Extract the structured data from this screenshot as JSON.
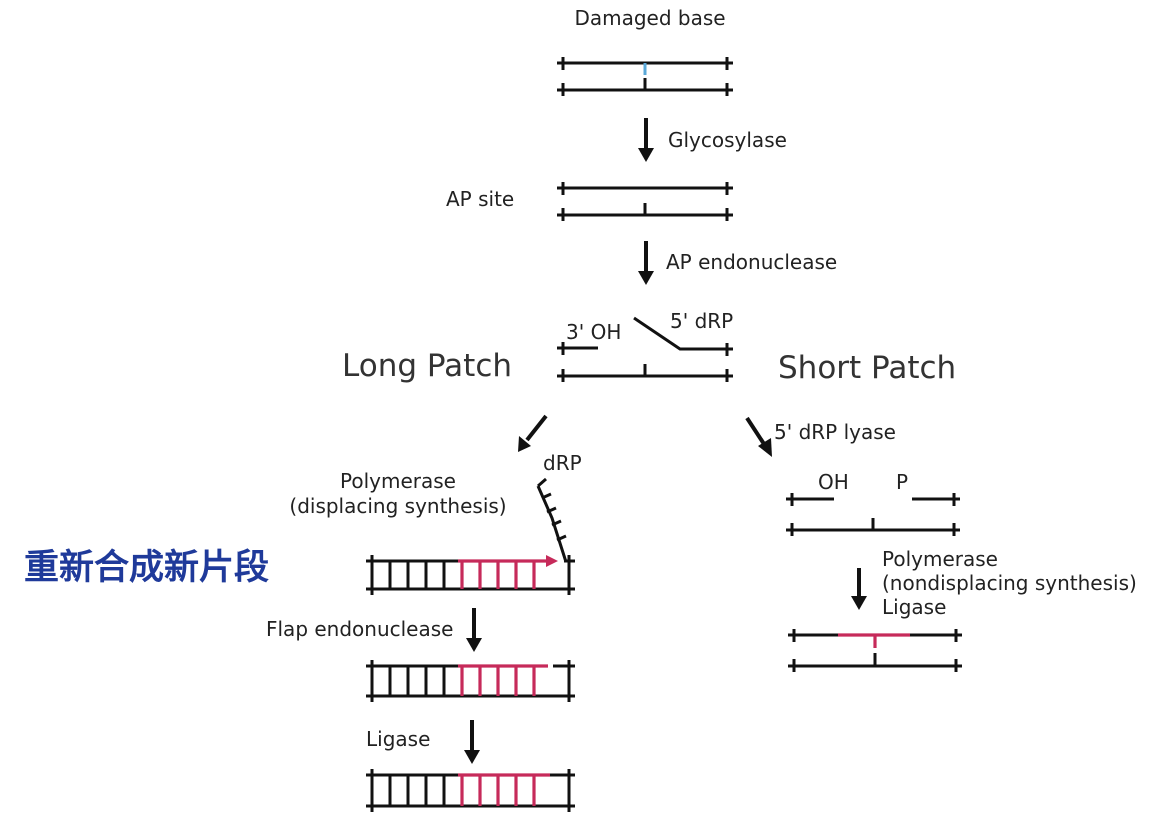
{
  "labels": {
    "damaged_base": "Damaged base",
    "glycosylase": "Glycosylase",
    "ap_site": "AP site",
    "ap_endonuclease": "AP endonuclease",
    "three_oh": "3' OH",
    "five_drp": "5' dRP",
    "long_patch": "Long Patch",
    "short_patch": "Short Patch",
    "drp_lyase": "5' dRP lyase",
    "drp": "dRP",
    "polymerase_displacing_1": "Polymerase",
    "polymerase_displacing_2": "(displacing synthesis)",
    "resynthesize_note": "重新合成新片段",
    "flap_endonuclease": "Flap endonuclease",
    "ligase_long": "Ligase",
    "oh": "OH",
    "p": "P",
    "polymerase_nondisplacing_1": "Polymerase",
    "polymerase_nondisplacing_2": "(nondisplacing synthesis)",
    "ligase_short": "Ligase"
  },
  "colors": {
    "dna_strand": "#111111",
    "damaged_base": "#5aa8d8",
    "new_synthesis": "#c62a5a",
    "annotation_chinese": "#1f3a9a"
  }
}
